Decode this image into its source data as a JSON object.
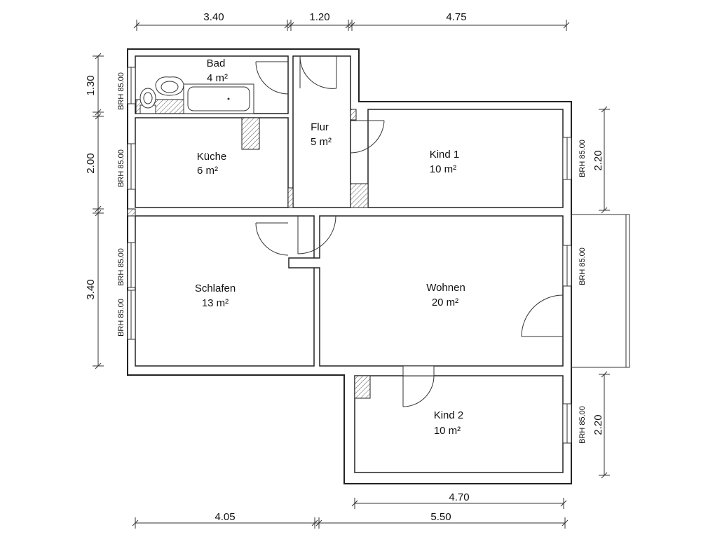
{
  "colors": {
    "wall": "#222222",
    "background": "#ffffff",
    "hatch": "#555555"
  },
  "rooms": [
    {
      "name": "Bad",
      "area": "4 m²"
    },
    {
      "name": "Küche",
      "area": "6 m²"
    },
    {
      "name": "Flur",
      "area": "5 m²"
    },
    {
      "name": "Kind 1",
      "area": "10 m²"
    },
    {
      "name": "Schlafen",
      "area": "13 m²"
    },
    {
      "name": "Wohnen",
      "area": "20 m²"
    },
    {
      "name": "Kind 2",
      "area": "10 m²"
    }
  ],
  "dimensions": {
    "top": [
      "3.40",
      "1.20",
      "4.75"
    ],
    "left": [
      "1.30",
      "2.00",
      "3.40"
    ],
    "right": [
      "2.20",
      "2.20"
    ],
    "bottom_inner": "4.70",
    "bottom_outer": [
      "4.05",
      "5.50"
    ]
  },
  "window_label": "BRH 85.00",
  "icons": [
    "toilet-icon",
    "sink-icon",
    "bathtub-icon",
    "balcony-icon"
  ]
}
